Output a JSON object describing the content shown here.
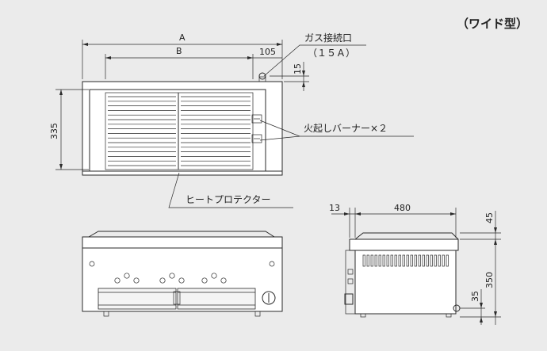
{
  "title": "（ワイド型）",
  "top_view": {
    "dim_a": "A",
    "dim_b": "B",
    "dim_105": "105",
    "dim_15": "15",
    "dim_335": "335",
    "gas_label": "ガス接続口",
    "gas_size": "（１５Ａ）",
    "burner_label": "火起しバーナー×２",
    "protector_label": "ヒートプロテクター"
  },
  "side_view": {
    "dim_13": "13",
    "dim_480": "480",
    "dim_45": "45",
    "dim_350": "350",
    "dim_35": "35"
  }
}
